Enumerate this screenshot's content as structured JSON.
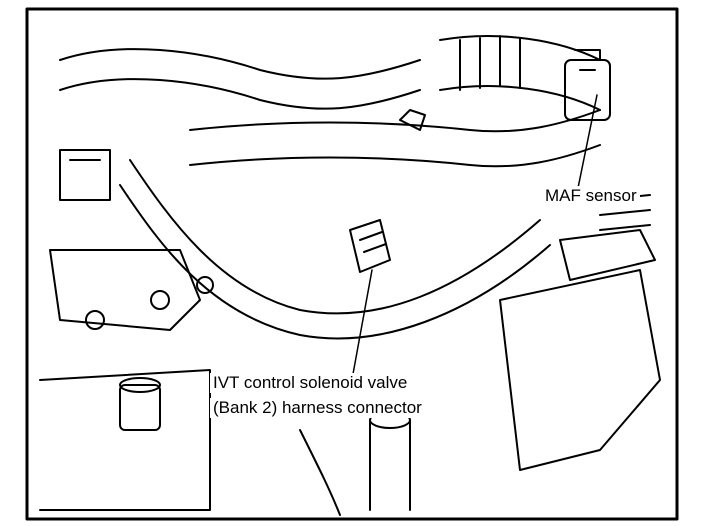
{
  "labels": {
    "maf_sensor": "MAF sensor",
    "ivt_line_1": "IVT control solenoid valve",
    "ivt_line_2": "(Bank 2) harness connector"
  },
  "colors": {
    "ink": "#000000",
    "paper": "#ffffff"
  }
}
